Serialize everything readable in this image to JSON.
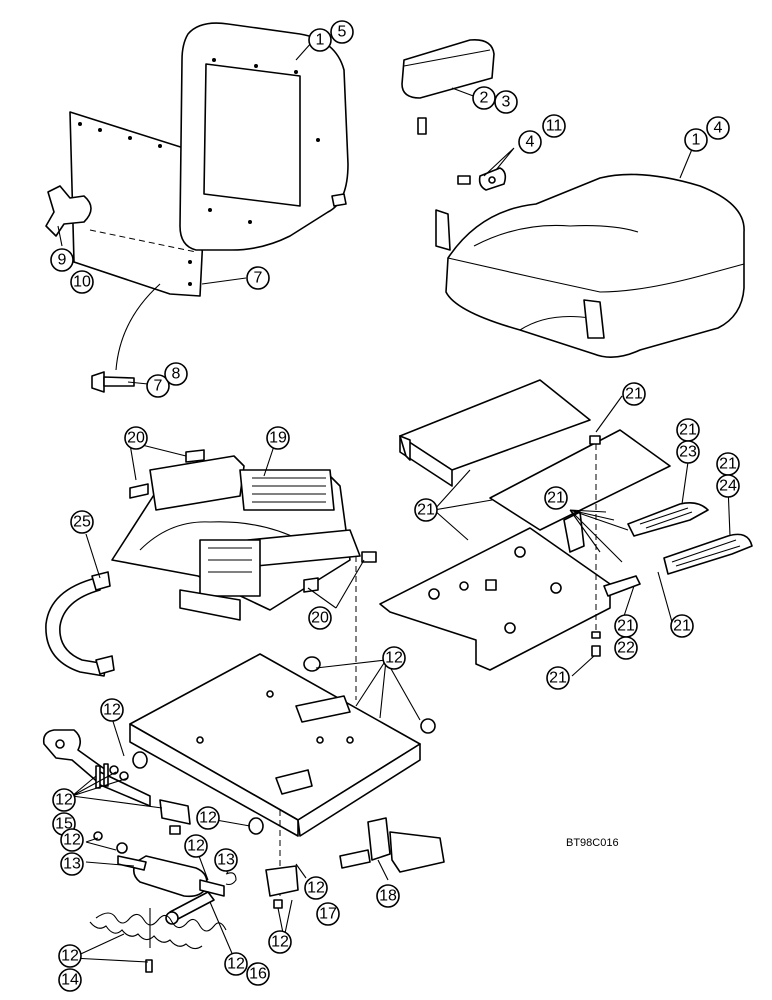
{
  "figure": {
    "code": "BT98C016"
  },
  "callouts": [
    {
      "id": "c-1-5",
      "nums": [
        "1",
        "5"
      ]
    },
    {
      "id": "c-2-3",
      "nums": [
        "2",
        "3"
      ]
    },
    {
      "id": "c-4-11",
      "nums": [
        "4",
        "11"
      ]
    },
    {
      "id": "c-1-4",
      "nums": [
        "1",
        "4"
      ]
    },
    {
      "id": "c-9-10",
      "nums": [
        "9",
        "10"
      ]
    },
    {
      "id": "c-7a",
      "nums": [
        "7"
      ]
    },
    {
      "id": "c-7-8",
      "nums": [
        "7",
        "8"
      ]
    },
    {
      "id": "c-20a",
      "nums": [
        "20"
      ]
    },
    {
      "id": "c-19",
      "nums": [
        "19"
      ]
    },
    {
      "id": "c-25",
      "nums": [
        "25"
      ]
    },
    {
      "id": "c-20b",
      "nums": [
        "20"
      ]
    },
    {
      "id": "c-21a",
      "nums": [
        "21"
      ]
    },
    {
      "id": "c-21-23",
      "nums": [
        "21",
        "23"
      ]
    },
    {
      "id": "c-21-24",
      "nums": [
        "21",
        "24"
      ]
    },
    {
      "id": "c-21b",
      "nums": [
        "21"
      ]
    },
    {
      "id": "c-21c",
      "nums": [
        "21"
      ]
    },
    {
      "id": "c-21-22",
      "nums": [
        "21",
        "22"
      ]
    },
    {
      "id": "c-21d",
      "nums": [
        "21"
      ]
    },
    {
      "id": "c-21e",
      "nums": [
        "21"
      ]
    },
    {
      "id": "c-12a",
      "nums": [
        "12"
      ]
    },
    {
      "id": "c-12b",
      "nums": [
        "12"
      ]
    },
    {
      "id": "c-12-15",
      "nums": [
        "12",
        "15"
      ]
    },
    {
      "id": "c-12c",
      "nums": [
        "12"
      ]
    },
    {
      "id": "c-12-13",
      "nums": [
        "12",
        "13"
      ]
    },
    {
      "id": "c-12d",
      "nums": [
        "12"
      ]
    },
    {
      "id": "c-13",
      "nums": [
        "13"
      ]
    },
    {
      "id": "c-12-17",
      "nums": [
        "12",
        "17"
      ]
    },
    {
      "id": "c-18",
      "nums": [
        "18"
      ]
    },
    {
      "id": "c-12e",
      "nums": [
        "12"
      ]
    },
    {
      "id": "c-12-14",
      "nums": [
        "12",
        "14"
      ]
    },
    {
      "id": "c-12-16",
      "nums": [
        "12",
        "16"
      ]
    }
  ]
}
